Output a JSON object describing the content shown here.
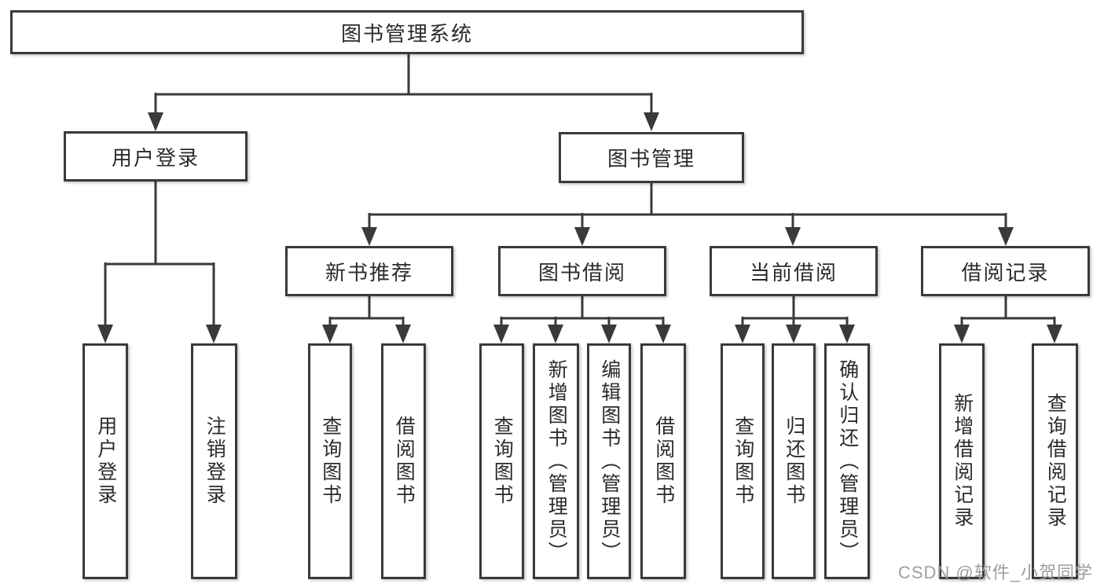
{
  "colors": {
    "background": "#ffffff",
    "line": "#3a3a3a",
    "box-border": "#3a3a3a",
    "text": "#2b2b2b",
    "watermark": "#9e9e9e"
  },
  "nodes": {
    "root": {
      "label": "图书管理系统"
    },
    "user_login": {
      "label": "用户登录"
    },
    "book_mgmt": {
      "label": "图书管理"
    },
    "new_book_rec": {
      "label": "新书推荐"
    },
    "book_borrow": {
      "label": "图书借阅"
    },
    "current_borrow": {
      "label": "当前借阅"
    },
    "borrow_records": {
      "label": "借阅记录"
    },
    "leaf_user_login": {
      "label": "用户登录"
    },
    "leaf_logout": {
      "label": "注销登录"
    },
    "leaf_query_book_rec": {
      "label": "查询图书"
    },
    "leaf_borrow_book_rec": {
      "label": "借阅图书"
    },
    "leaf_query_book_borrow": {
      "label": "查询图书"
    },
    "leaf_add_book": {
      "label": "新增图书（管理员）"
    },
    "leaf_edit_book": {
      "label": "编辑图书（管理员）"
    },
    "leaf_borrow_book_borrow": {
      "label": "借阅图书"
    },
    "leaf_query_book_current": {
      "label": "查询图书"
    },
    "leaf_return_book": {
      "label": "归还图书"
    },
    "leaf_confirm_return": {
      "label": "确认归还（管理员）"
    },
    "leaf_add_borrow_record": {
      "label": "新增借阅记录"
    },
    "leaf_query_borrow_record": {
      "label": "查询借阅记录"
    }
  },
  "watermark": {
    "text": "CSDN @软件_小贺同学"
  }
}
